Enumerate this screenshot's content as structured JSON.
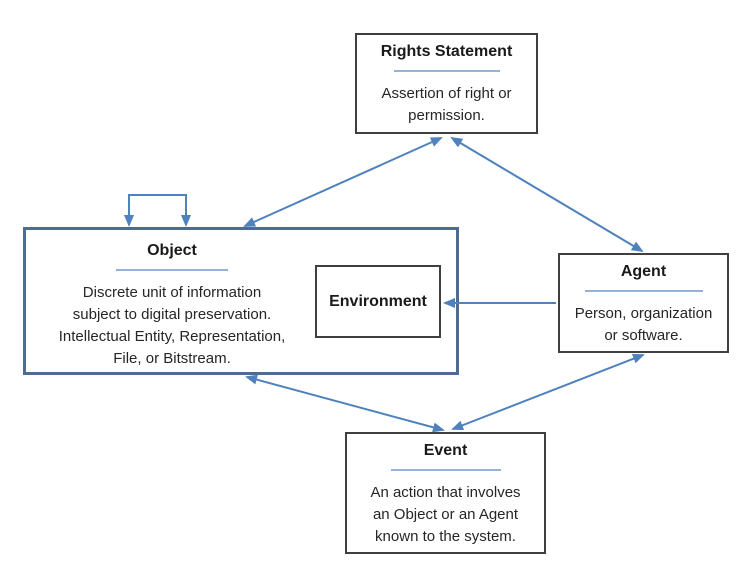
{
  "diagram": {
    "colors": {
      "arrow": "#4F81BD",
      "object_border": "#4E6C93",
      "box_border": "#3F3F3F",
      "underline": "#95B3D7"
    },
    "nodes": {
      "rights_statement": {
        "title": "Rights Statement",
        "description": "Assertion of right or\npermission."
      },
      "object": {
        "title": "Object",
        "description": "Discrete unit of information\nsubject to digital preservation.\nIntellectual Entity, Representation,\nFile, or Bitstream."
      },
      "environment": {
        "title": "Environment"
      },
      "agent": {
        "title": "Agent",
        "description": "Person, organization\nor software."
      },
      "event": {
        "title": "Event",
        "description": "An action that involves\nan Object or an Agent\nknown to the system."
      }
    },
    "edges": [
      {
        "id": "object-self-loop",
        "from": "object",
        "to": "object",
        "arrowheads": "both"
      },
      {
        "id": "object-rights",
        "from": "object",
        "to": "rights_statement",
        "arrowheads": "both"
      },
      {
        "id": "rights-agent",
        "from": "rights_statement",
        "to": "agent",
        "arrowheads": "both"
      },
      {
        "id": "agent-environment",
        "from": "agent",
        "to": "environment",
        "arrowheads": "single"
      },
      {
        "id": "object-event",
        "from": "object",
        "to": "event",
        "arrowheads": "both"
      },
      {
        "id": "agent-event",
        "from": "agent",
        "to": "event",
        "arrowheads": "both"
      }
    ]
  }
}
